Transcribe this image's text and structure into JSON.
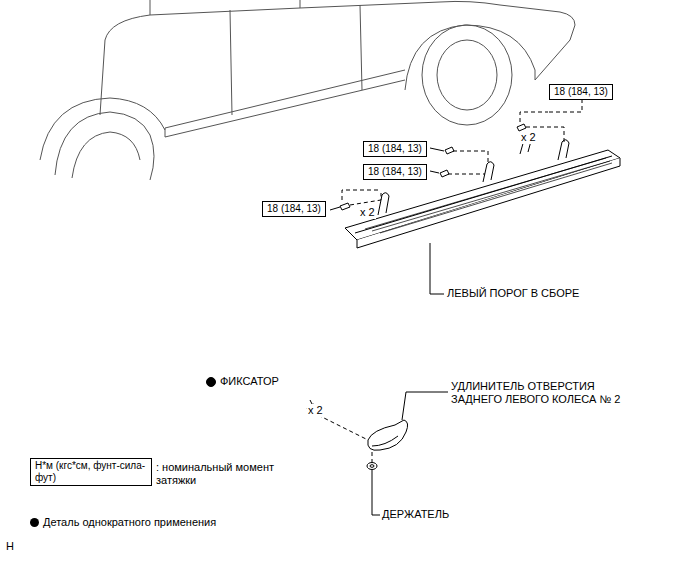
{
  "diagram": {
    "nodes": [
      {
        "text": [
          "18 (184, 13)"
        ]
      },
      {
        "text": [
          "18 (184, 13)"
        ]
      },
      {
        "text": [
          "18 (184, 13)"
        ]
      },
      {
        "text": [
          "18 (184, 13)"
        ]
      },
      {
        "text": [
          "Н*м (кгс*см, фунт-сила-фут)"
        ]
      }
    ],
    "labels": [
      "x 2",
      "x 2",
      "ЛЕВЫЙ ПОРОГ В СБОРЕ",
      "ФИКСАТОР",
      "x 2",
      "УДЛИНИТЕЛЬ ОТВЕРСТИЯ ЗАДНЕГО ЛЕВОГО КОЛЕСА № 2",
      "ДЕРЖАТЕЛЬ",
      ": номинальный момент затяжки",
      "H"
    ],
    "legend": [
      {
        "text": "Деталь однократного применения"
      }
    ]
  }
}
